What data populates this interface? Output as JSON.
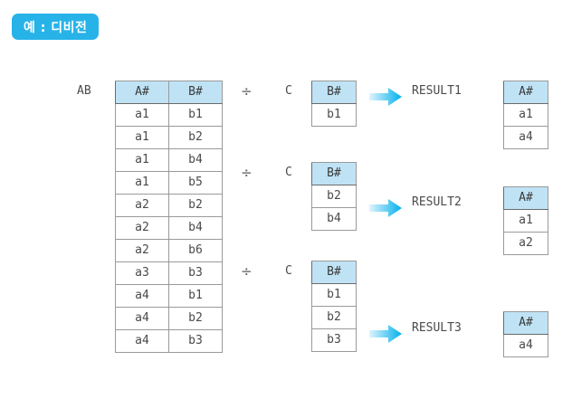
{
  "badge": {
    "label": "예 : 디비전",
    "background_color": "#27b3e8",
    "text_color": "#ffffff"
  },
  "colors": {
    "header_fill": "#bfe3f5",
    "table_border": "#6b6b6b",
    "cell_border": "#9a9a9a",
    "text": "#4a4a4a",
    "arrow_start": "#d9f2fc",
    "arrow_end": "#00b0ec"
  },
  "dividend": {
    "name": "AB",
    "columns": [
      "A#",
      "B#"
    ],
    "rows": [
      [
        "a1",
        "b1"
      ],
      [
        "a1",
        "b2"
      ],
      [
        "a1",
        "b4"
      ],
      [
        "a1",
        "b5"
      ],
      [
        "a2",
        "b2"
      ],
      [
        "a2",
        "b4"
      ],
      [
        "a2",
        "b6"
      ],
      [
        "a3",
        "b3"
      ],
      [
        "a4",
        "b1"
      ],
      [
        "a4",
        "b2"
      ],
      [
        "a4",
        "b3"
      ]
    ]
  },
  "operations": [
    {
      "operator": "÷",
      "divisor": {
        "name": "C",
        "columns": [
          "B#"
        ],
        "rows": [
          [
            "b1"
          ]
        ]
      },
      "arrow": "right-arrow-icon",
      "result": {
        "name": "RESULT1",
        "columns": [
          "A#"
        ],
        "rows": [
          [
            "a1"
          ],
          [
            "a4"
          ]
        ]
      }
    },
    {
      "operator": "÷",
      "divisor": {
        "name": "C",
        "columns": [
          "B#"
        ],
        "rows": [
          [
            "b2"
          ],
          [
            "b4"
          ]
        ]
      },
      "arrow": "right-arrow-icon",
      "result": {
        "name": "RESULT2",
        "columns": [
          "A#"
        ],
        "rows": [
          [
            "a1"
          ],
          [
            "a2"
          ]
        ]
      }
    },
    {
      "operator": "÷",
      "divisor": {
        "name": "C",
        "columns": [
          "B#"
        ],
        "rows": [
          [
            "b1"
          ],
          [
            "b2"
          ],
          [
            "b3"
          ]
        ]
      },
      "arrow": "right-arrow-icon",
      "result": {
        "name": "RESULT3",
        "columns": [
          "A#"
        ],
        "rows": [
          [
            "a4"
          ]
        ]
      }
    }
  ]
}
